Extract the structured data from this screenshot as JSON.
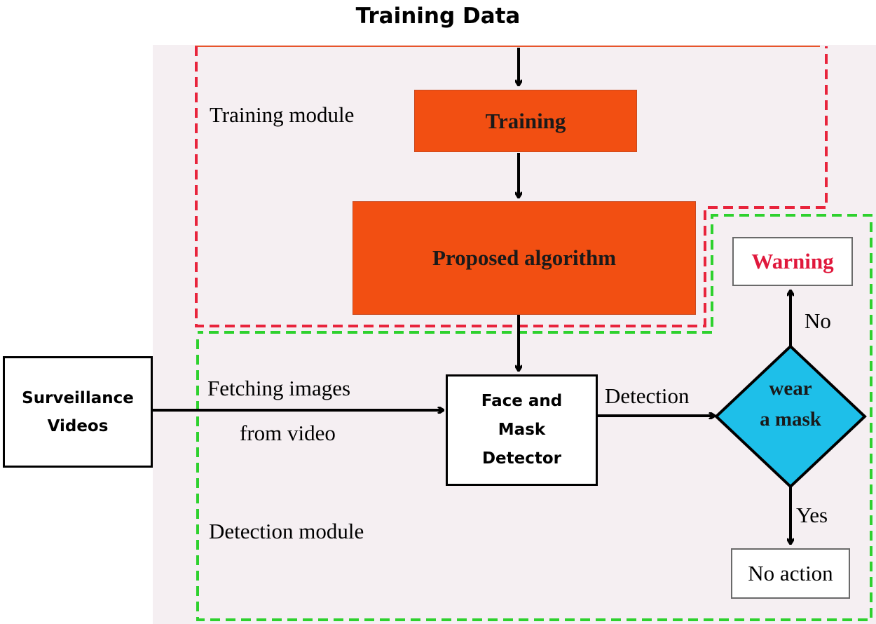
{
  "title": "Training Data",
  "training_module": {
    "label": "Training module",
    "training_box": "Training",
    "algorithm_box": "Proposed algorithm"
  },
  "detection_module": {
    "label": "Detection module",
    "source_line1": "Surveillance",
    "source_line2": "Videos",
    "fetch_line1": "Fetching images",
    "fetch_line2": "from video",
    "detector_line1": "Face and",
    "detector_line2": "Mask",
    "detector_line3": "Detector",
    "detection_label": "Detection",
    "decision_line1": "wear",
    "decision_line2": "a mask",
    "no_label": "No",
    "yes_label": "Yes",
    "warning": "Warning",
    "no_action": "No action"
  },
  "colors": {
    "process_fill": "#f24f12",
    "decision_fill": "#1ebfe9",
    "training_border": "#e8243c",
    "detection_border": "#2ed12e",
    "warning_text": "#e0183c",
    "panel_bg": "#f5eff2"
  }
}
